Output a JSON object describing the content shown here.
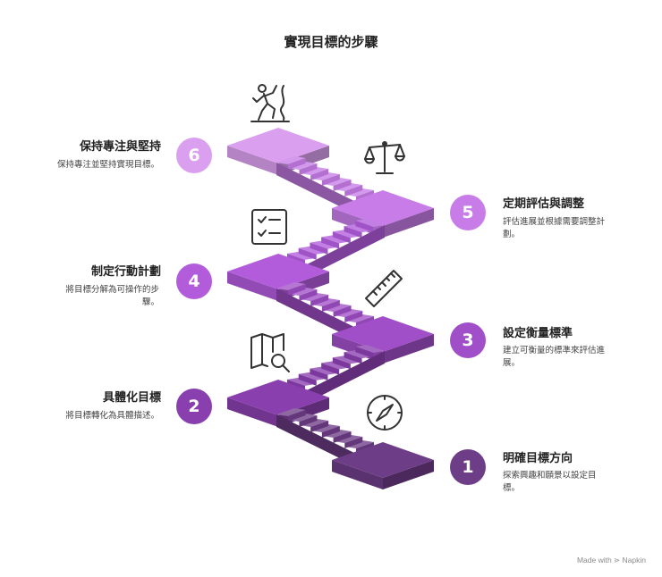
{
  "title": "實現目標的步驟",
  "steps": [
    {
      "number": "1",
      "title": "明確目標方向",
      "desc": "探索興趣和願景以設定目標。",
      "color": "#6e3d87",
      "icon": "compass-icon"
    },
    {
      "number": "2",
      "title": "具體化目標",
      "desc": "將目標轉化為具體描述。",
      "color": "#8a3fae",
      "icon": "map-search-icon"
    },
    {
      "number": "3",
      "title": "設定衡量標準",
      "desc": "建立可衡量的標準來評估進展。",
      "color": "#a04fc8",
      "icon": "ruler-icon"
    },
    {
      "number": "4",
      "title": "制定行動計劃",
      "desc": "將目標分解為可操作的步驟。",
      "color": "#b25cdc",
      "icon": "checklist-icon"
    },
    {
      "number": "5",
      "title": "定期評估與調整",
      "desc": "評估進展並根據需要調整計劃。",
      "color": "#c77ce8",
      "icon": "scales-icon"
    },
    {
      "number": "6",
      "title": "保持專注與堅持",
      "desc": "保持專注並堅持實現目標。",
      "color": "#daa0ef",
      "icon": "climber-icon"
    }
  ],
  "watermark": "Made with ⋗ Napkin"
}
